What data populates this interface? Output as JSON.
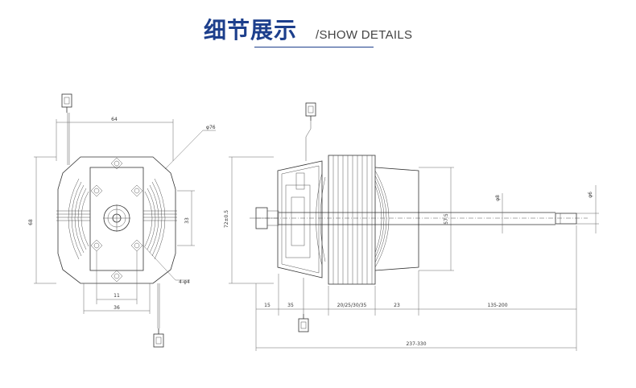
{
  "header": {
    "title_cn": "细节展示",
    "title_en": "/SHOW DETAILS",
    "accent": "#1d3f8c"
  },
  "front_view": {
    "dim_top": "64",
    "dim_diameter": "φ76",
    "dim_left": "68",
    "dim_right": "33",
    "dim_bottom_inner": "11",
    "dim_bottom_outer": "36",
    "dim_holes": "4-φ4"
  },
  "side_view": {
    "dim_height": "72±0.5",
    "dim_core": "57.5",
    "dim_shaft": "φ8",
    "dim_shaft_end": "φ6",
    "dim_a": "15",
    "dim_b": "35",
    "dim_stack": "20/25/30/35",
    "dim_c": "23",
    "dim_shaft_len": "135-200",
    "dim_total": "237-330"
  }
}
